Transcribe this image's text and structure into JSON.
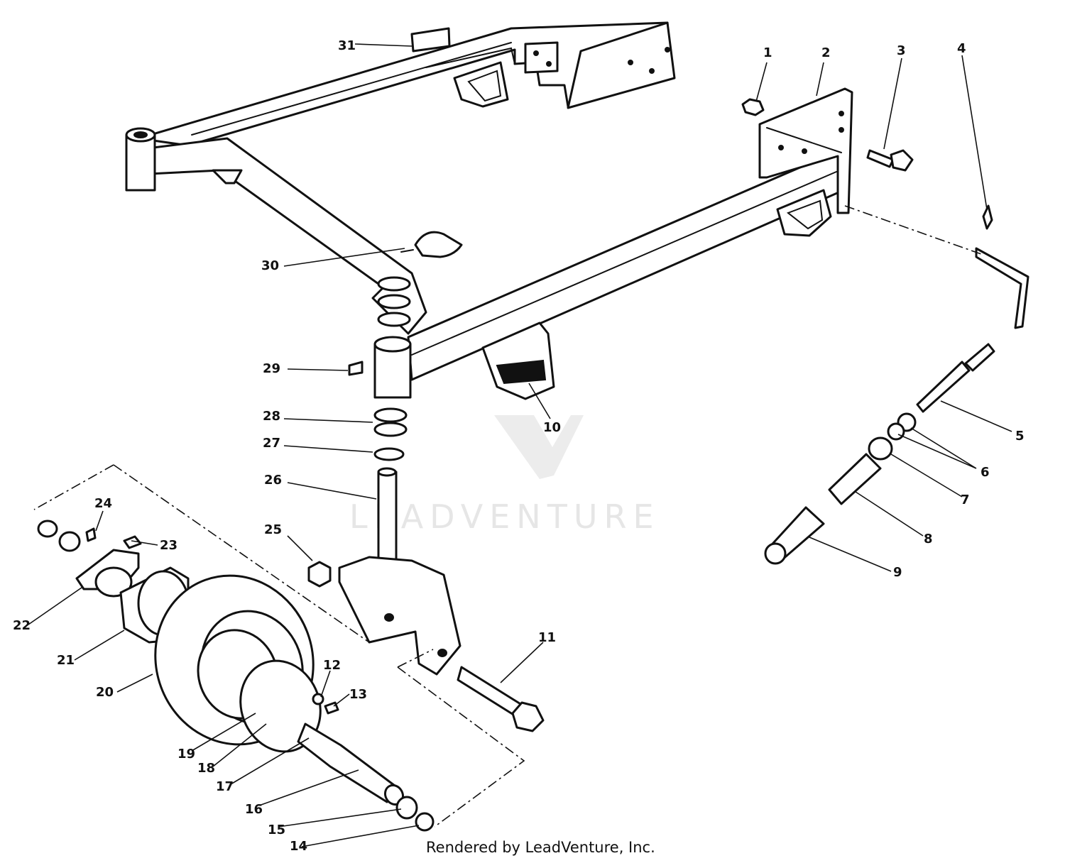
{
  "callouts": [
    "1",
    "2",
    "3",
    "4",
    "5",
    "6",
    "7",
    "8",
    "9",
    "10",
    "11",
    "12",
    "13",
    "14",
    "15",
    "16",
    "17",
    "18",
    "19",
    "20",
    "21",
    "22",
    "23",
    "24",
    "25",
    "26",
    "27",
    "28",
    "29",
    "30",
    "31"
  ],
  "watermark": "LEADVENTURE",
  "credit": "Rendered by LeadVenture, Inc."
}
